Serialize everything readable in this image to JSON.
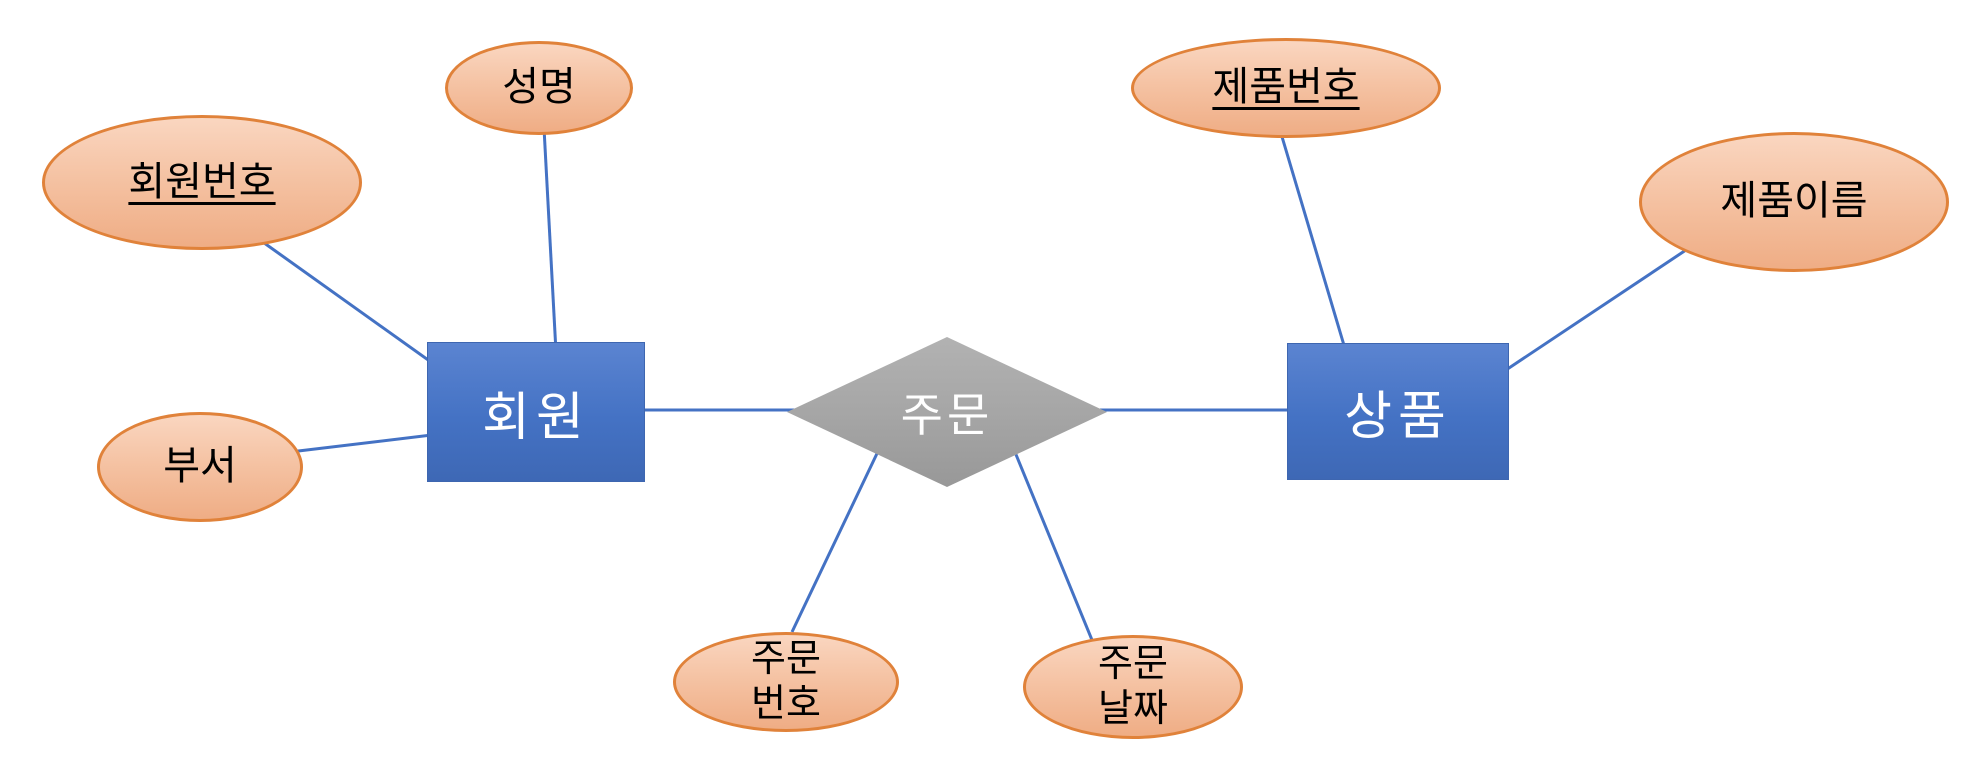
{
  "diagram": {
    "type": "er-diagram",
    "entities": [
      {
        "id": "member",
        "label": "회원"
      },
      {
        "id": "product",
        "label": "상품"
      }
    ],
    "relationships": [
      {
        "id": "order",
        "label": "주문",
        "between": [
          "member",
          "product"
        ]
      }
    ],
    "attributes": [
      {
        "id": "member-no",
        "label": "회원번호",
        "owner": "member",
        "primary_key": true
      },
      {
        "id": "member-name",
        "label": "성명",
        "owner": "member",
        "primary_key": false
      },
      {
        "id": "member-dept",
        "label": "부서",
        "owner": "member",
        "primary_key": false
      },
      {
        "id": "product-no",
        "label": "제품번호",
        "owner": "product",
        "primary_key": true
      },
      {
        "id": "product-name",
        "label": "제품이름",
        "owner": "product",
        "primary_key": false
      },
      {
        "id": "order-no",
        "label": "주문\n번호",
        "owner": "order",
        "primary_key": false
      },
      {
        "id": "order-date",
        "label": "주문\n날짜",
        "owner": "order",
        "primary_key": false
      }
    ],
    "colors": {
      "attribute_fill_top": "#FAD6C0",
      "attribute_fill_bottom": "#EFAD85",
      "attribute_border": "#E0823A",
      "entity_fill": "#4472C4",
      "relationship_fill": "#A6A6A6",
      "connector": "#4472C4",
      "entity_text_color": "#FFFFFF",
      "attribute_text_color": "#000000"
    }
  }
}
